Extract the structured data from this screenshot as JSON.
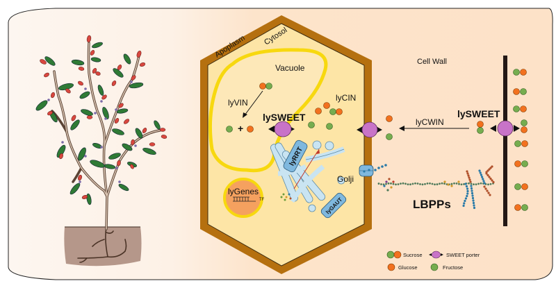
{
  "figure": {
    "title": "Sugar transport and polysaccharide biosynthesis in Lycium cell",
    "colors": {
      "background_left": "#fdf5ef",
      "background_right": "#fde2c8",
      "cell_wall_brown": "#b5700f",
      "cytosol": "#fde5a6",
      "vacuole_membrane": "#f7d80f",
      "sucrose_glucose": "#f2711f",
      "fructose": "#76ad4f",
      "sweet_porter": "#c873c8",
      "golji": "#c9e4f2",
      "golji_enzyme": "#7fb8de",
      "nucleus": "#f5a15f",
      "soil": "#b5978a",
      "apoplast_wall": "#231815"
    }
  },
  "labels": {
    "apoplasm": "Apoplasm",
    "cytosol": "Cytosol",
    "vacuole": "Vacuole",
    "lyvin": "lyVIN",
    "plus": "+",
    "lysweet_inner": "lySWEET",
    "lycin": "lyCIN",
    "cell_wall": "Cell Wall",
    "lycwin": "lyCWIN",
    "lysweet_outer": "lySWEET",
    "lyrrt": "lyRRT",
    "lygaut": "lyGAUT",
    "golji": "Golji",
    "lygenes": "lyGenes",
    "tf": "TF",
    "lbpps": "LBPPs"
  },
  "legend": {
    "items": [
      {
        "symbol": "sucrose",
        "label": "Sucrose"
      },
      {
        "symbol": "sweet-porter",
        "label": "SWEET porter"
      },
      {
        "symbol": "glucose",
        "label": "Glucose"
      },
      {
        "symbol": "fructose",
        "label": "Fructose"
      }
    ]
  }
}
